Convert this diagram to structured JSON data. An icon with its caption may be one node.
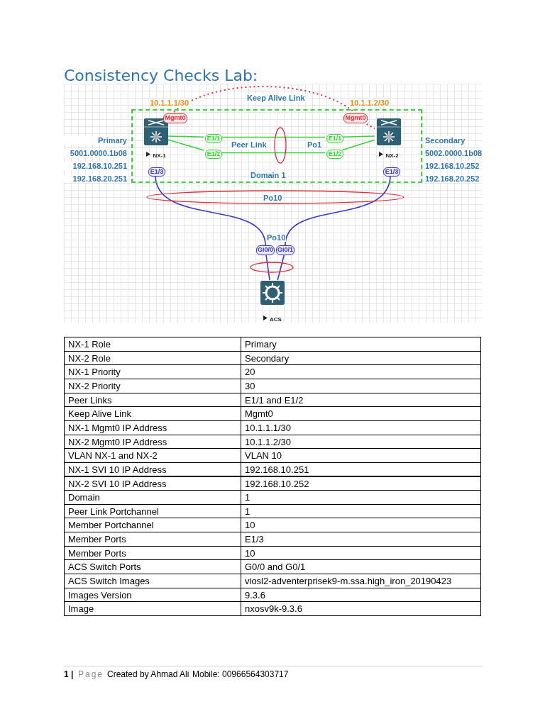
{
  "diagram": {
    "title": "Consistency Checks Lab:",
    "nodes": [
      {
        "text": [
          "Domain 1"
        ]
      },
      {
        "text": [
          "NX-1"
        ],
        "in": 0,
        "beside": [
          "Primary",
          "5001.0000.1b08",
          "192.168.10.251",
          "192.168.20.251"
        ]
      },
      {
        "text": [
          "NX-2"
        ],
        "in": 0,
        "beside": [
          "Secondary",
          "5002.0000.1b08",
          "192.168.10.252",
          "192.168.20.252"
        ]
      },
      {
        "text": [
          "Mgmt0"
        ],
        "in": 0,
        "beside": [
          "10.1.1.1/30"
        ]
      },
      {
        "text": [
          "Mgmt0"
        ],
        "in": 0,
        "beside": [
          "10.1.1.2/30"
        ]
      },
      {
        "text": [
          "E1/1"
        ],
        "in": 0
      },
      {
        "text": [
          "E1/2"
        ],
        "in": 0
      },
      {
        "text": [
          "E1/1"
        ],
        "in": 0
      },
      {
        "text": [
          "E1/2"
        ],
        "in": 0
      },
      {
        "text": [
          "E1/3"
        ],
        "in": 0
      },
      {
        "text": [
          "E1/3"
        ],
        "in": 0
      },
      {
        "text": [
          "Gi0/0"
        ]
      },
      {
        "text": [
          "Gi0/1"
        ]
      },
      {
        "text": [
          "ACS"
        ]
      }
    ],
    "edges": [
      {
        "from": 3,
        "to": 4,
        "arrow": "none",
        "label": "Keep Alive Link",
        "style": "dashed",
        "color": "#e0303a"
      },
      {
        "from": 4,
        "to": 2,
        "arrow": "none",
        "style": "dashed",
        "color": "#e0303a"
      },
      {
        "from": 1,
        "to": 5,
        "arrow": "none"
      },
      {
        "from": 5,
        "to": 7,
        "arrow": "none"
      },
      {
        "from": 7,
        "to": 2,
        "arrow": "none"
      },
      {
        "from": 1,
        "to": 6,
        "arrow": "none"
      },
      {
        "from": 6,
        "to": 8,
        "arrow": "none"
      },
      {
        "from": 8,
        "to": 2,
        "arrow": "none"
      },
      {
        "from": 9,
        "to": 11,
        "arrow": "none",
        "color": "#3a36d0"
      },
      {
        "from": 10,
        "to": 12,
        "arrow": "none",
        "color": "#3a36d0"
      },
      {
        "from": 11,
        "to": 13,
        "arrow": "none",
        "color": "#3a36d0"
      },
      {
        "from": 12,
        "to": 13,
        "arrow": "none",
        "color": "#3a36d0"
      }
    ],
    "labels": [
      "Peer Link",
      "Po1",
      "Po10",
      "Po10",
      "NX-1 Role",
      "Primary",
      "NX-2 Role",
      "Secondary",
      "NX-1 Priority",
      "20",
      "NX-2 Priority",
      "30",
      "Peer Links",
      "E1/1 and E1/2",
      "Keep Alive Link",
      "Mgmt0",
      "NX-1 Mgmt0 IP Address",
      "10.1.1.1/30",
      "NX-2 Mgmt0 IP Address",
      "10.1.1.2/30",
      "VLAN NX-1 and NX-2",
      "VLAN 10",
      "NX-1 SVI 10 IP Address",
      "192.168.10.251",
      "NX-2 SVI 10 IP Address",
      "192.168.10.252",
      "Domain",
      "1",
      "Peer Link Portchannel",
      "1",
      "Member Portchannel",
      "10",
      "Member Ports",
      "E1/3",
      "Member Ports",
      "10",
      "ACS Switch Ports",
      "G0/0 and G0/1",
      "ACS Switch Images",
      "viosl2-adventerprisek9-m.ssa.high_iron_20190423",
      "Images Version",
      "9.3.6",
      "Image",
      "nxosv9k-9.3.6",
      "1 |",
      "Page",
      "Created by Ahmad Ali",
      "Mobile: 00966564303717"
    ]
  }
}
